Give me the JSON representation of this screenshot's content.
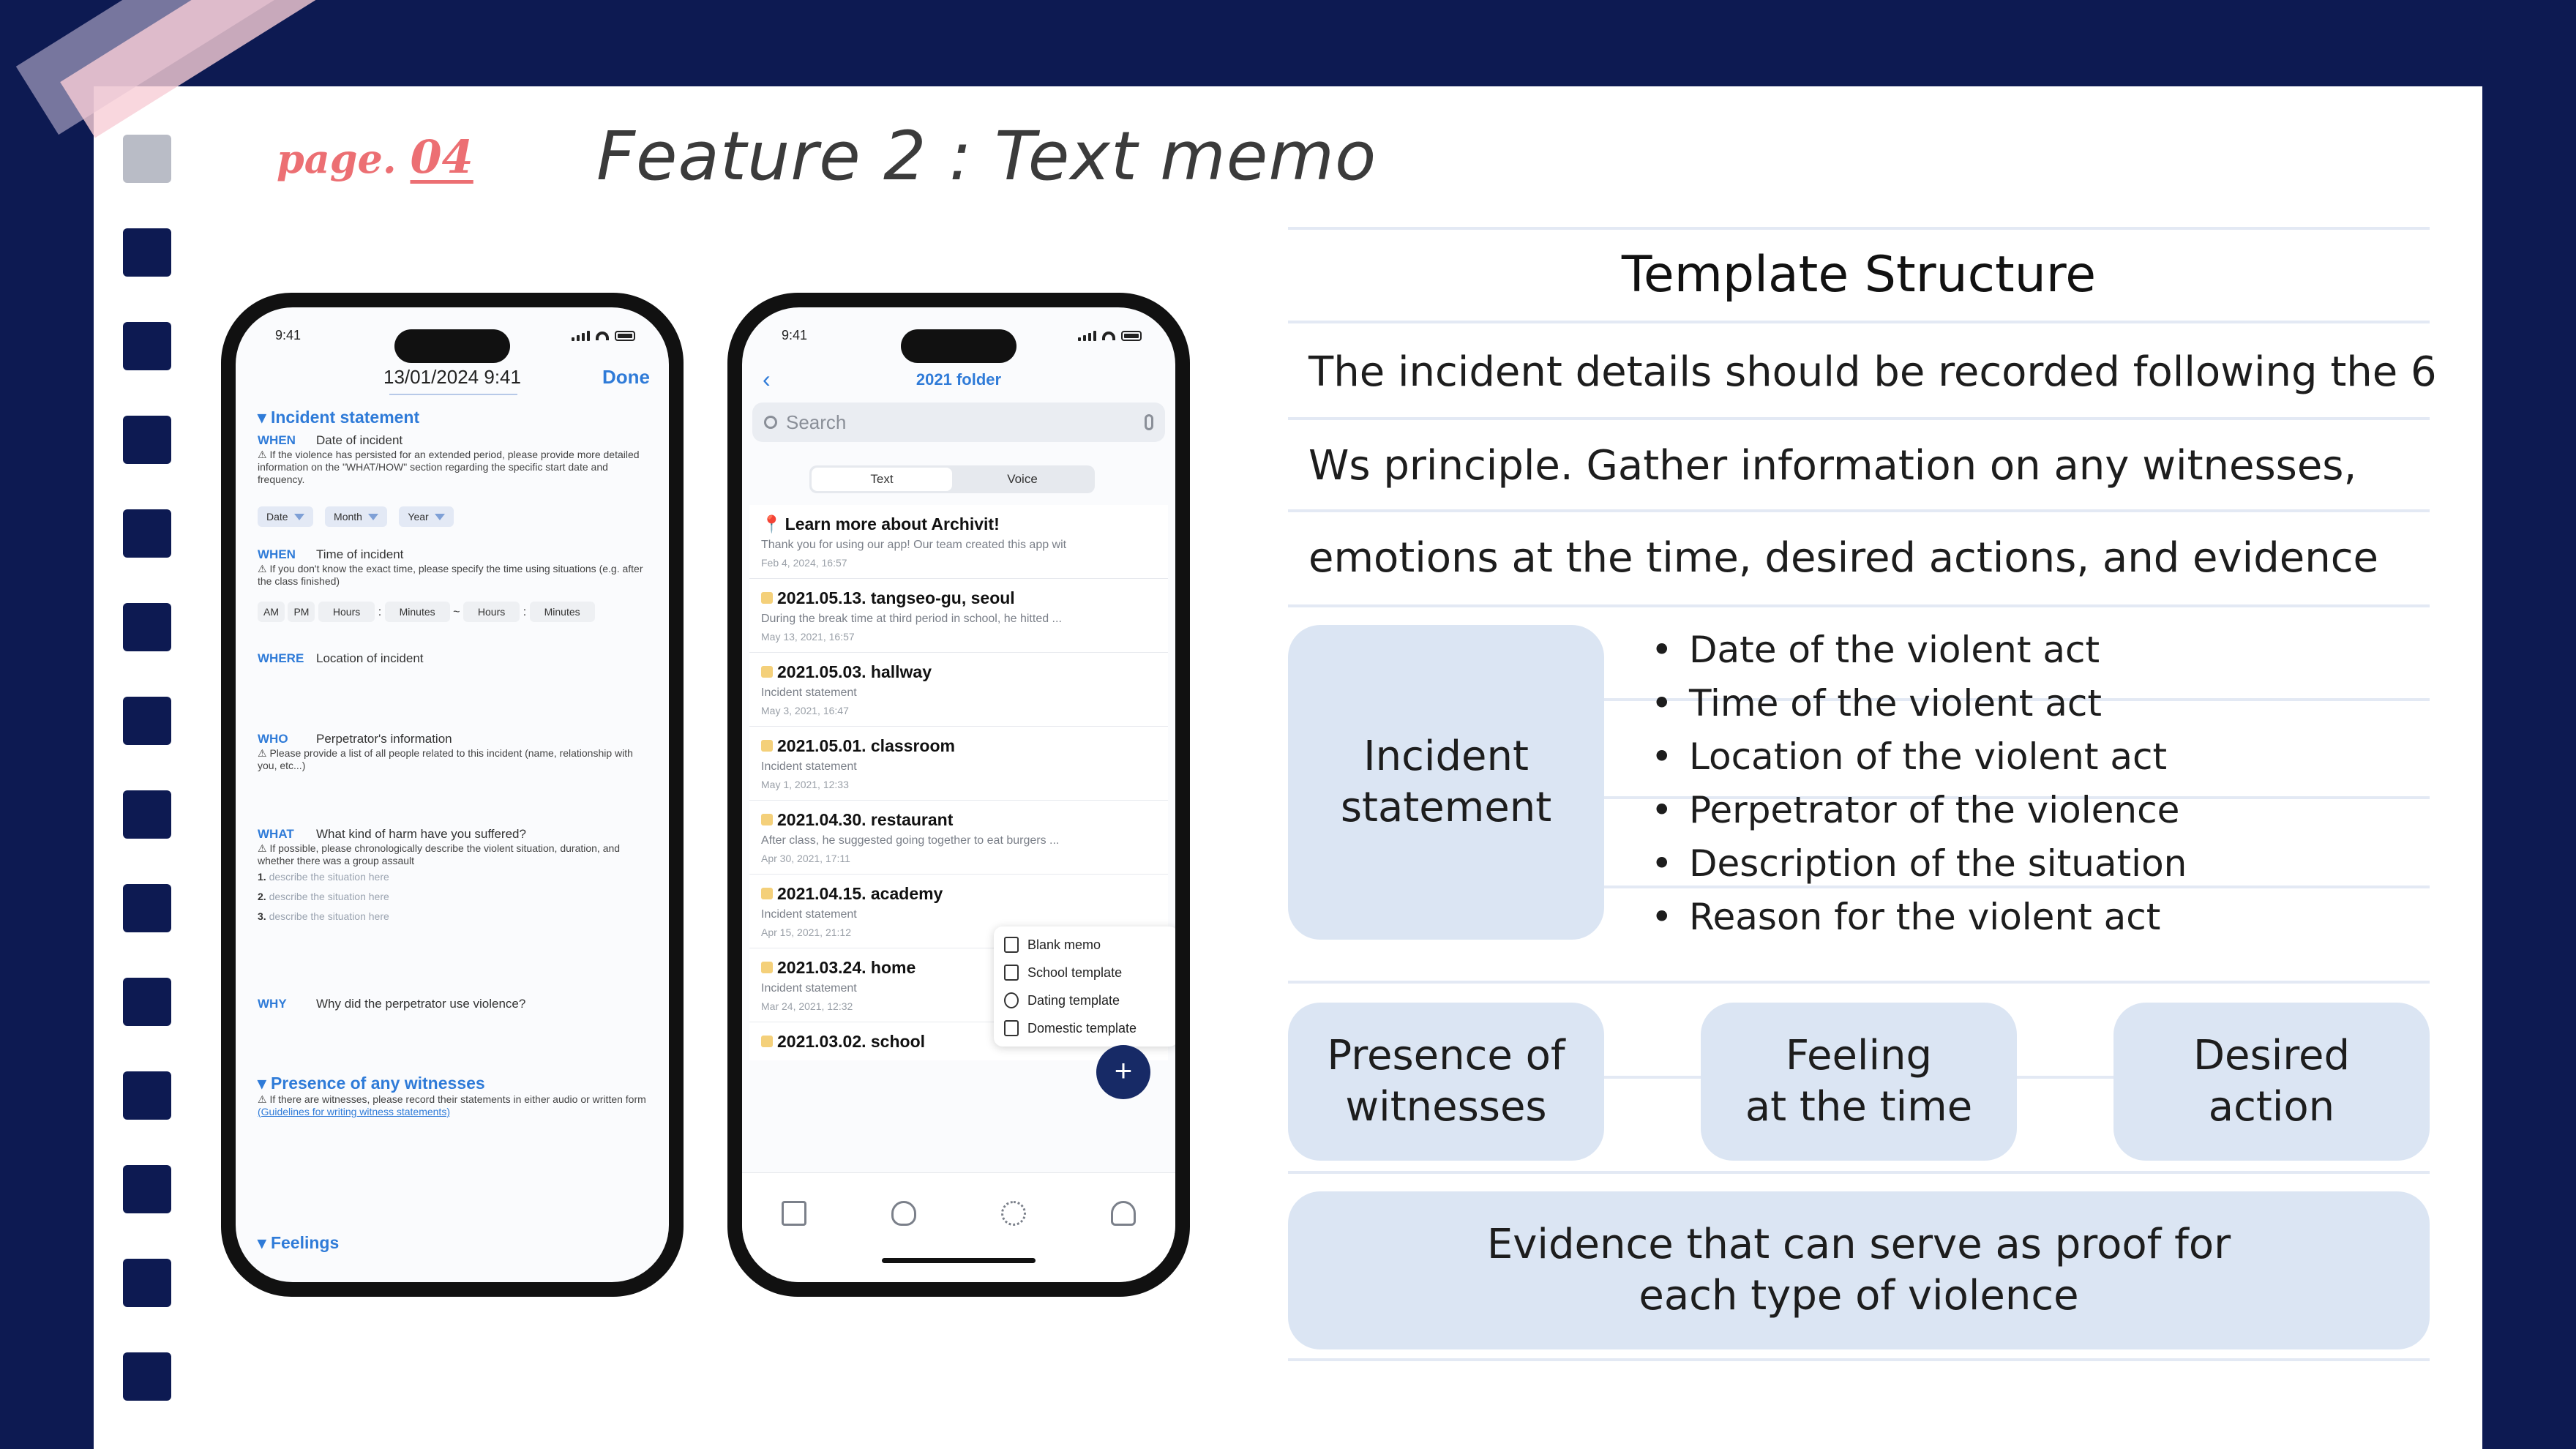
{
  "header": {
    "page_prefix": "page.",
    "page_number": "04",
    "title": "Feature 2 : Text memo"
  },
  "colors": {
    "background": "#0d1a52",
    "paper": "#ffffff",
    "box": "#dbe5f3",
    "accent": "#2f7bd8",
    "page_number": "#ec6f73"
  },
  "phone1": {
    "time": "9:41",
    "date": "13/01/2024 9:41",
    "done": "Done",
    "section_incident": "Incident statement",
    "when1_key": "WHEN",
    "when1_label": "Date of incident",
    "when1_note": "⚠ If the violence has persisted for an extended period, please provide more detailed information on the \"WHAT/HOW\" section regarding the specific start date and frequency.",
    "date_chips": [
      "Date",
      "Month",
      "Year"
    ],
    "when2_key": "WHEN",
    "when2_label": "Time of incident",
    "when2_note": "⚠ If you don't know the exact time, please specify the time using situations (e.g. after the class finished)",
    "time_chips": [
      "AM",
      "PM",
      "Hours",
      ":",
      "Minutes",
      "~",
      "Hours",
      ":",
      "Minutes"
    ],
    "where_key": "WHERE",
    "where_label": "Location of incident",
    "who_key": "WHO",
    "who_label": "Perpetrator's information",
    "who_note": "⚠ Please provide a list of all people related to this incident (name, relationship with you, etc...)",
    "what_key": "WHAT",
    "what_label": "What kind of harm have you suffered?",
    "what_note": "⚠ If possible, please chronologically describe the violent situation, duration, and whether there was a group assault",
    "what_list": [
      "1.",
      "describe the situation here",
      "2.",
      "describe the situation here",
      "3.",
      "describe the situation here"
    ],
    "why_key": "WHY",
    "why_label": "Why did the perpetrator use violence?",
    "section_witness": "Presence of any witnesses",
    "witness_note": "⚠ If there are witnesses, please record their statements in either audio or written form",
    "witness_link": "(Guidelines for writing witness statements)",
    "section_feelings": "Feelings"
  },
  "phone2": {
    "time": "9:41",
    "folder": "2021 folder",
    "search_placeholder": "Search",
    "seg_text": "Text",
    "seg_voice": "Voice",
    "memos": [
      {
        "title": "Learn more about Archivit!",
        "body": "Thank you for using our app! Our team created this app wit",
        "date": "Feb 4, 2024, 16:57"
      },
      {
        "title": "2021.05.13. tangseo-gu, seoul",
        "body": "During the break time at third period in school, he hitted ...",
        "date": "May 13, 2021, 16:57"
      },
      {
        "title": "2021.05.03. hallway",
        "body": "Incident statement",
        "date": "May 3, 2021, 16:47"
      },
      {
        "title": "2021.05.01. classroom",
        "body": "Incident statement",
        "date": "May 1, 2021, 12:33"
      },
      {
        "title": "2021.04.30. restaurant",
        "body": "After class, he suggested going together to eat burgers ...",
        "date": "Apr 30, 2021, 17:11"
      },
      {
        "title": "2021.04.15. academy",
        "body": "Incident statement",
        "date": "Apr 15, 2021, 21:12"
      },
      {
        "title": "2021.03.24. home",
        "body": "Incident statement",
        "date": "Mar 24, 2021, 12:32"
      },
      {
        "title": "2021.03.02. school",
        "body": "",
        "date": ""
      }
    ],
    "popup": [
      "Blank memo",
      "School template",
      "Dating template",
      "Domestic template"
    ],
    "fab": "+",
    "tabs": [
      "home-icon",
      "lightbulb-icon",
      "gear-icon",
      "person-icon"
    ]
  },
  "template": {
    "title": "Template Structure",
    "para": [
      "The incident details should be recorded following the 6",
      "Ws principle. Gather information on any witnesses,",
      "emotions at the time, desired actions, and evidence"
    ],
    "incident_box": [
      "Incident",
      "statement"
    ],
    "bullets": [
      "Date of the violent act",
      "Time of the violent act",
      "Location of the violent act",
      "Perpetrator of the violence",
      "Description of the situation",
      "Reason for the violent act"
    ],
    "witness_box": [
      "Presence of",
      "witnesses"
    ],
    "feeling_box": [
      "Feeling",
      "at the time"
    ],
    "desired_box": [
      "Desired",
      "action"
    ],
    "evidence_box": [
      "Evidence that can serve as proof for",
      "each type of violence"
    ]
  }
}
